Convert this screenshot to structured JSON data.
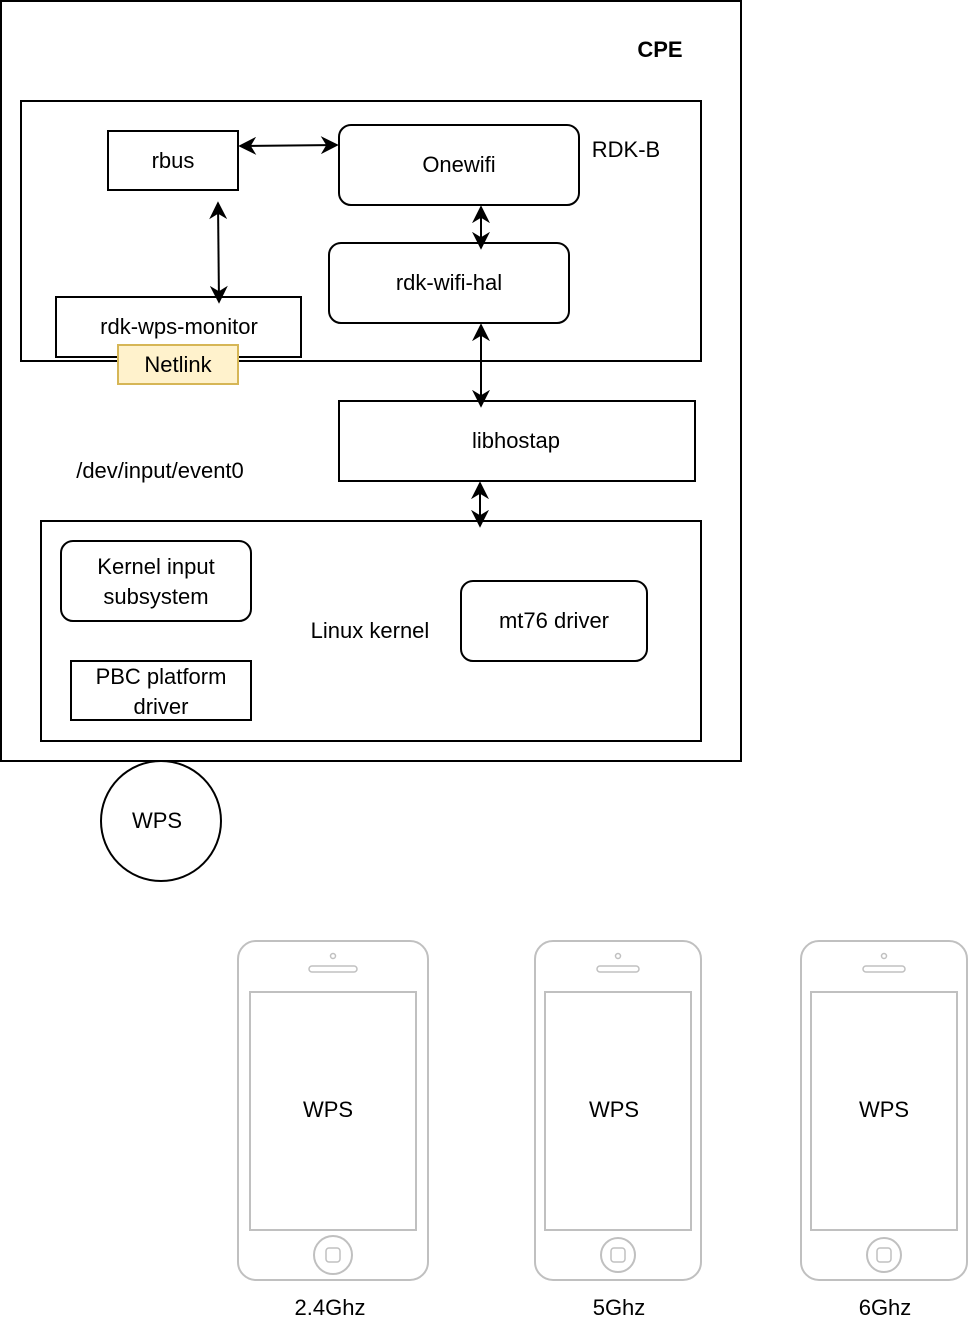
{
  "diagram": {
    "cpe_label": "CPE",
    "rdkb_label": "RDK-B",
    "rbus": "rbus",
    "onewifi": "Onewifi",
    "rdk_wifi_hal": "rdk-wifi-hal",
    "rdk_wps_monitor": "rdk-wps-monitor",
    "netlink": "Netlink",
    "libhostap": "libhostap",
    "dev_input": "/dev/input/event0",
    "kernel_input_line1": "Kernel input",
    "kernel_input_line2": "subsystem",
    "pbc_line1": "PBC platform",
    "pbc_line2": "driver",
    "linux_kernel": "Linux kernel",
    "mt76_driver": "mt76 driver",
    "wps_button": "WPS"
  },
  "devices": [
    {
      "screen_text": "WPS",
      "band": "2.4Ghz"
    },
    {
      "screen_text": "WPS",
      "band": "5Ghz"
    },
    {
      "screen_text": "WPS",
      "band": "6Ghz"
    }
  ],
  "colors": {
    "stroke": "#000000",
    "netlink_fill": "#fff2cc",
    "netlink_stroke": "#d6b656",
    "phone_stroke": "#c0c0c0"
  }
}
